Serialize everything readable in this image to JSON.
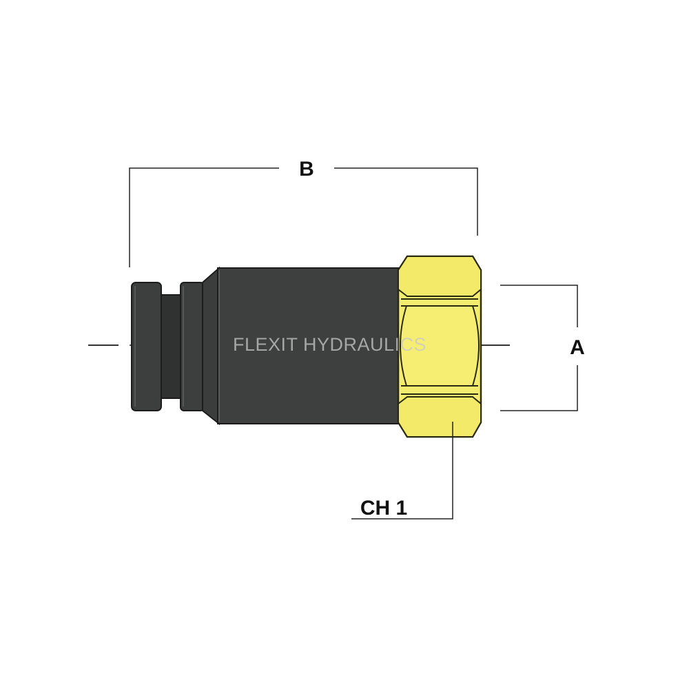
{
  "diagram": {
    "labels": {
      "length": "B",
      "diameter": "A",
      "hex": "CH 1"
    },
    "watermark": "FLEXIT HYDRAULICS"
  },
  "colors": {
    "body": "#3c3f3d",
    "body_outline": "#1c1c1c",
    "hex_nut": "#f4ec6e",
    "hex_nut_outline": "#2a2a10",
    "dimension_line": "#222222"
  }
}
